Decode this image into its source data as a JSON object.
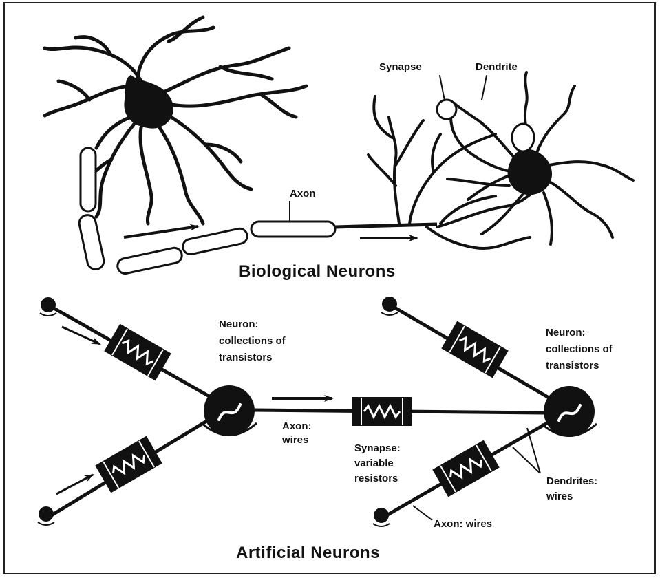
{
  "biological": {
    "title": "Biological Neurons",
    "labels": {
      "synapse": "Synapse",
      "dendrite": "Dendrite",
      "axon": "Axon"
    }
  },
  "artificial": {
    "title": "Artificial Neurons",
    "neuron_left": [
      "Neuron:",
      "collections of",
      "transistors"
    ],
    "neuron_right": [
      "Neuron:",
      "collections of",
      "transistors"
    ],
    "axon": [
      "Axon:",
      "wires"
    ],
    "synapse": [
      "Synapse:",
      "variable",
      "resistors"
    ],
    "dendrites": [
      "Dendrites:",
      "wires"
    ],
    "axon_bottom": "Axon: wires"
  },
  "colors": {
    "ink": "#111111",
    "paper": "#ffffff"
  }
}
